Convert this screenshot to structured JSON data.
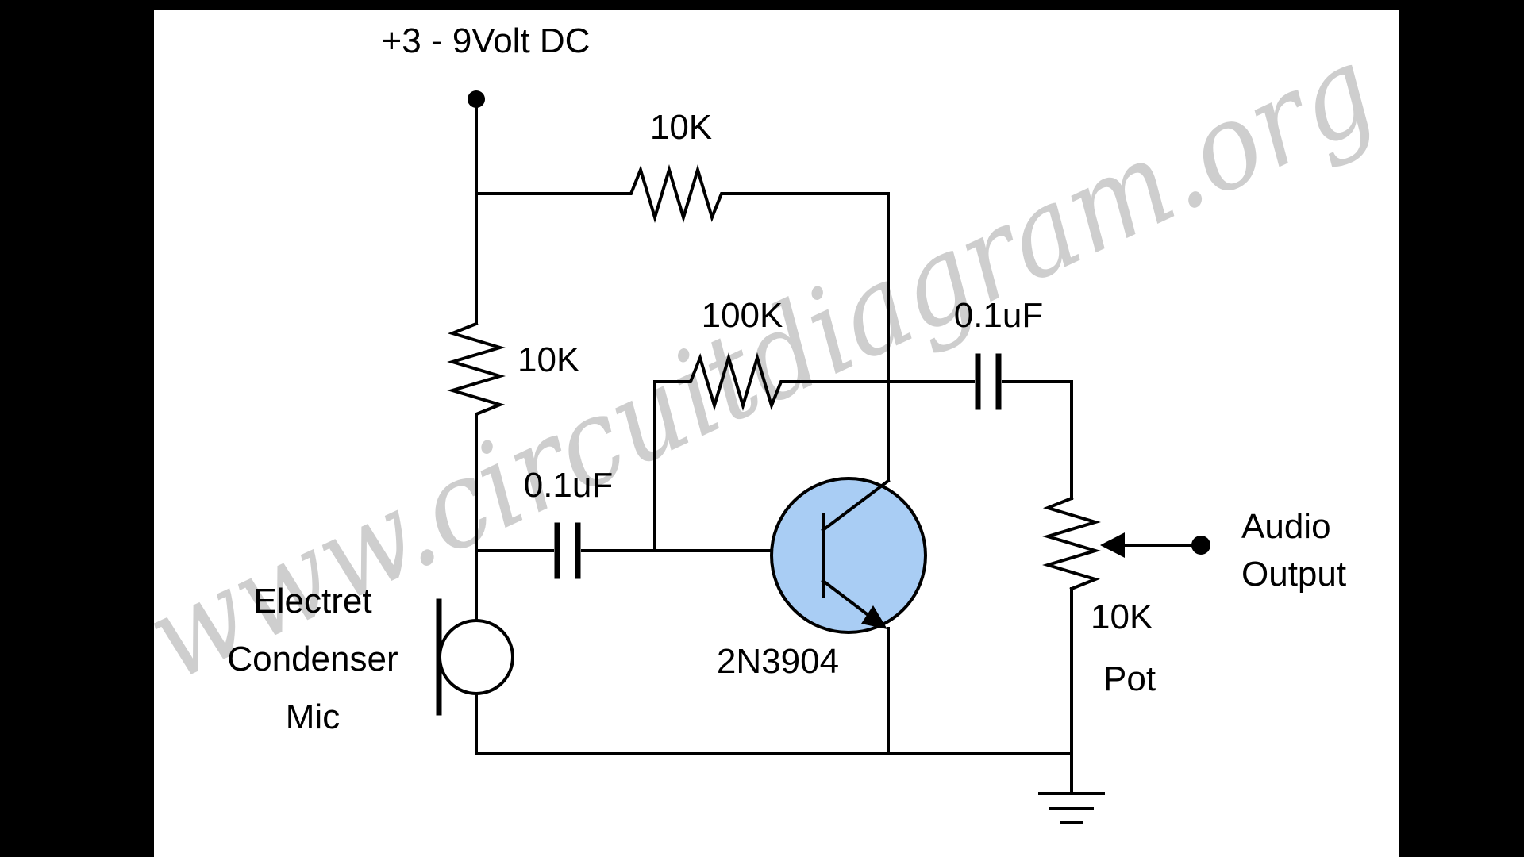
{
  "diagram": {
    "watermark": "www.circuitdiagram.org",
    "labels": {
      "supply": "+3 - 9Volt DC",
      "resistor_top": "10K",
      "resistor_divider": "10K",
      "resistor_feedback": "100K",
      "capacitor_output": "0.1uF",
      "capacitor_input": "0.1uF",
      "transistor": "2N3904",
      "mic_line1": "Electret",
      "mic_line2": "Condenser",
      "mic_line3": "Mic",
      "audio_line1": "Audio",
      "audio_line2": "Output",
      "pot_value": "10K",
      "pot_name": "Pot"
    },
    "colors": {
      "background": "#000000",
      "canvas": "#ffffff",
      "line": "#000000",
      "transistor_fill": "#a9cdf4",
      "watermark": "#c6c6c6"
    }
  }
}
